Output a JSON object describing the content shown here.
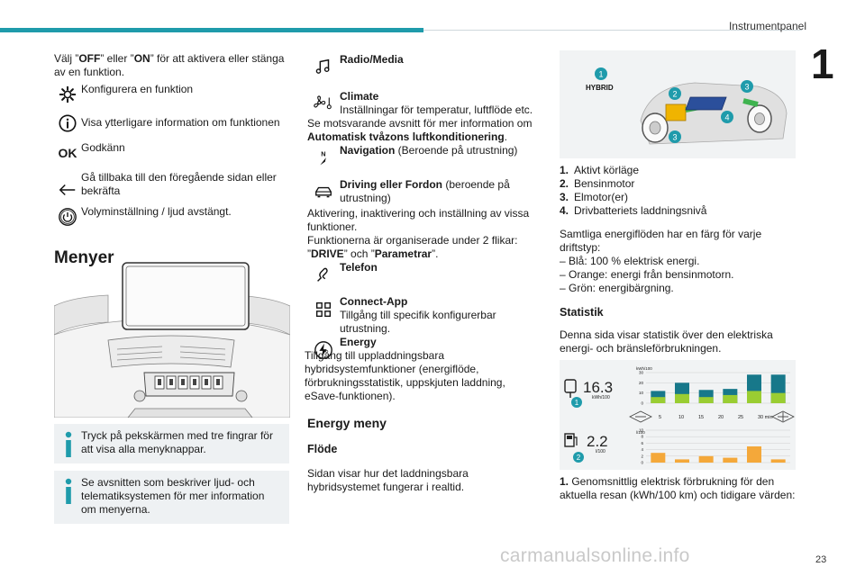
{
  "header": {
    "title": "Instrumentpanel",
    "chapter": "1",
    "page": "23"
  },
  "watermark": "carmanualsonline.info",
  "col1": {
    "intro_1": "Välj ”",
    "intro_off": "OFF",
    "intro_2": "” eller ”",
    "intro_on": "ON",
    "intro_3": "” för att aktivera eller stänga av en funktion.",
    "rows": [
      {
        "icon": "gear-icon",
        "text": "Konfigurera en funktion"
      },
      {
        "icon": "info-icon",
        "text": "Visa ytterligare information om funktionen"
      },
      {
        "icon": "ok-icon",
        "icon_text": "OK",
        "text": "Godkänn"
      },
      {
        "icon": "back-arrow-icon",
        "text": "Gå tillbaka till den föregående sidan eller bekräfta"
      },
      {
        "icon": "power-icon",
        "text": "Volyminställning / ljud avstängt."
      }
    ],
    "menus_heading": "Menyer",
    "note1": "Tryck på pekskärmen med tre fingrar för att visa alla menyknappar.",
    "note2": "Se avsnitten som beskriver ljud- och telematiksystemen för mer information om menyerna."
  },
  "col2": {
    "radio_title": "Radio/Media",
    "climate_title": "Climate",
    "climate_desc": "Inställningar för temperatur, luftflöde etc.",
    "climate_ref_1": "Se motsvarande avsnitt för mer information om ",
    "climate_ref_bold": "Automatisk tvåzons luftkonditionering",
    "climate_ref_2": ".",
    "nav_title": "Navigation",
    "nav_desc": " (Beroende på utrustning)",
    "drive_title": "Driving eller Fordon",
    "drive_desc": " (beroende på utrustning)",
    "drive_text_1": "Aktivering, inaktivering och inställning av vissa funktioner.",
    "drive_text_2": "Funktionerna är organiserade under 2 flikar:",
    "drive_text_3a": "”",
    "drive_tab1": "DRIVE",
    "drive_text_3b": "” och ”",
    "drive_tab2": "Parametrar",
    "drive_text_3c": "”.",
    "phone_title": "Telefon",
    "connect_title": "Connect-App",
    "connect_desc": "Tillgång till specifik konfigurerbar utrustning.",
    "energy_title": "Energy",
    "energy_desc": "Tillgång till uppladdningsbara hybridsystemfunktioner (energiflöde, förbrukningsstatistik, uppskjuten laddning, eSave-funktionen).",
    "energy_menu_heading": "Energy meny",
    "flow_heading": "Flöde",
    "flow_text": "Sidan visar hur det laddningsbara hybridsystemet fungerar i realtid."
  },
  "col3": {
    "hybrid_label": "HYBRID",
    "callouts": [
      "1",
      "2",
      "3",
      "4",
      "3"
    ],
    "list": [
      {
        "n": "1.",
        "t": "Aktivt körläge"
      },
      {
        "n": "2.",
        "t": "Bensinmotor"
      },
      {
        "n": "3.",
        "t": "Elmotor(er)"
      },
      {
        "n": "4.",
        "t": "Drivbatteriets laddningsnivå"
      }
    ],
    "colors_intro": "Samtliga energiflöden har en färg för varje driftstyp:",
    "colors": [
      "– Blå: 100 % elektrisk energi.",
      "– Orange: energi från bensinmotorn.",
      "– Grön: energibärgning."
    ],
    "stats_heading": "Statistik",
    "stats_text": "Denna sida visar statistik över den elektriska energi- och bränsleförbrukningen.",
    "bottom_1_n": "1.",
    "bottom_1_t": " Genomsnittlig elektrisk förbrukning för den aktuella resan (kWh/100 km) och tidigare värden:"
  },
  "stats_figure": {
    "elec_value": "16.3",
    "elec_unit": "kWh/100",
    "fuel_value": "2.2",
    "fuel_unit": "l/100",
    "x_ticks": [
      "5",
      "10",
      "15",
      "20",
      "25",
      "30 min"
    ],
    "upper_axis_label": "kWh/100",
    "upper_ticks": [
      "30",
      "20",
      "10",
      "0"
    ],
    "lower_axis_label": "l/100",
    "lower_ticks": [
      "10",
      "8",
      "6",
      "4",
      "2",
      "0"
    ],
    "callouts": [
      "1",
      "2"
    ],
    "colors": {
      "teal": "#17788a",
      "green": "#9acd32",
      "orange": "#f4a83a",
      "callout": "#1f9bab"
    }
  },
  "chart_data": {
    "type": "bar",
    "categories": [
      "1",
      "2",
      "3",
      "4",
      "5",
      "6"
    ],
    "series": [
      {
        "values": [
          12,
          20,
          13,
          14,
          28,
          28
        ]
      },
      {
        "values": [
          6,
          9,
          6,
          8,
          12,
          10
        ]
      },
      {
        "values": [
          3,
          1,
          2,
          1.5,
          5,
          1
        ]
      }
    ]
  }
}
